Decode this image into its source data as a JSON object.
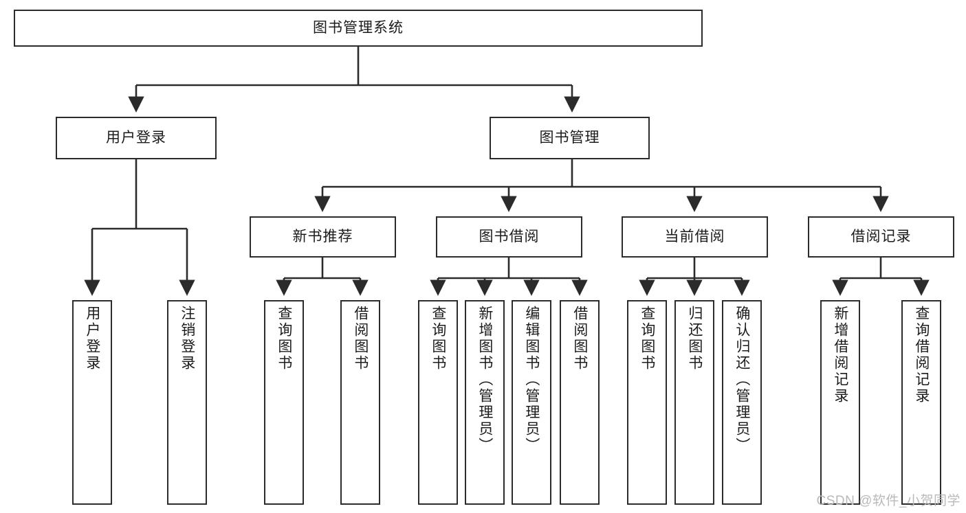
{
  "diagram": {
    "title": "图书管理系统",
    "type": "tree-hierarchy",
    "theme": {
      "background": "#ffffff",
      "node_border": "#2b2b2b",
      "node_fill": "#ffffff",
      "text": "#1b1b1b",
      "connector": "#2b2b2b",
      "watermark_text": "#b9b9b9"
    },
    "root": {
      "label": "图书管理系统"
    },
    "level2": [
      {
        "label": "用户登录"
      },
      {
        "label": "图书管理"
      }
    ],
    "level3": [
      {
        "label": "新书推荐"
      },
      {
        "label": "图书借阅"
      },
      {
        "label": "当前借阅"
      },
      {
        "label": "借阅记录"
      }
    ],
    "leaves": {
      "user_login": [
        {
          "label": "用户登录"
        },
        {
          "label": "注销登录"
        }
      ],
      "new_book_recommend": [
        {
          "label": "查询图书"
        },
        {
          "label": "借阅图书"
        }
      ],
      "book_borrow": [
        {
          "label": "查询图书"
        },
        {
          "label": "新增图书（管理员）"
        },
        {
          "label": "编辑图书（管理员）"
        },
        {
          "label": "借阅图书"
        }
      ],
      "current_borrow": [
        {
          "label": "查询图书"
        },
        {
          "label": "归还图书"
        },
        {
          "label": "确认归还（管理员）"
        }
      ],
      "borrow_record": [
        {
          "label": "新增借阅记录"
        },
        {
          "label": "查询借阅记录"
        }
      ]
    },
    "watermark": "CSDN @软件_小贺同学"
  }
}
